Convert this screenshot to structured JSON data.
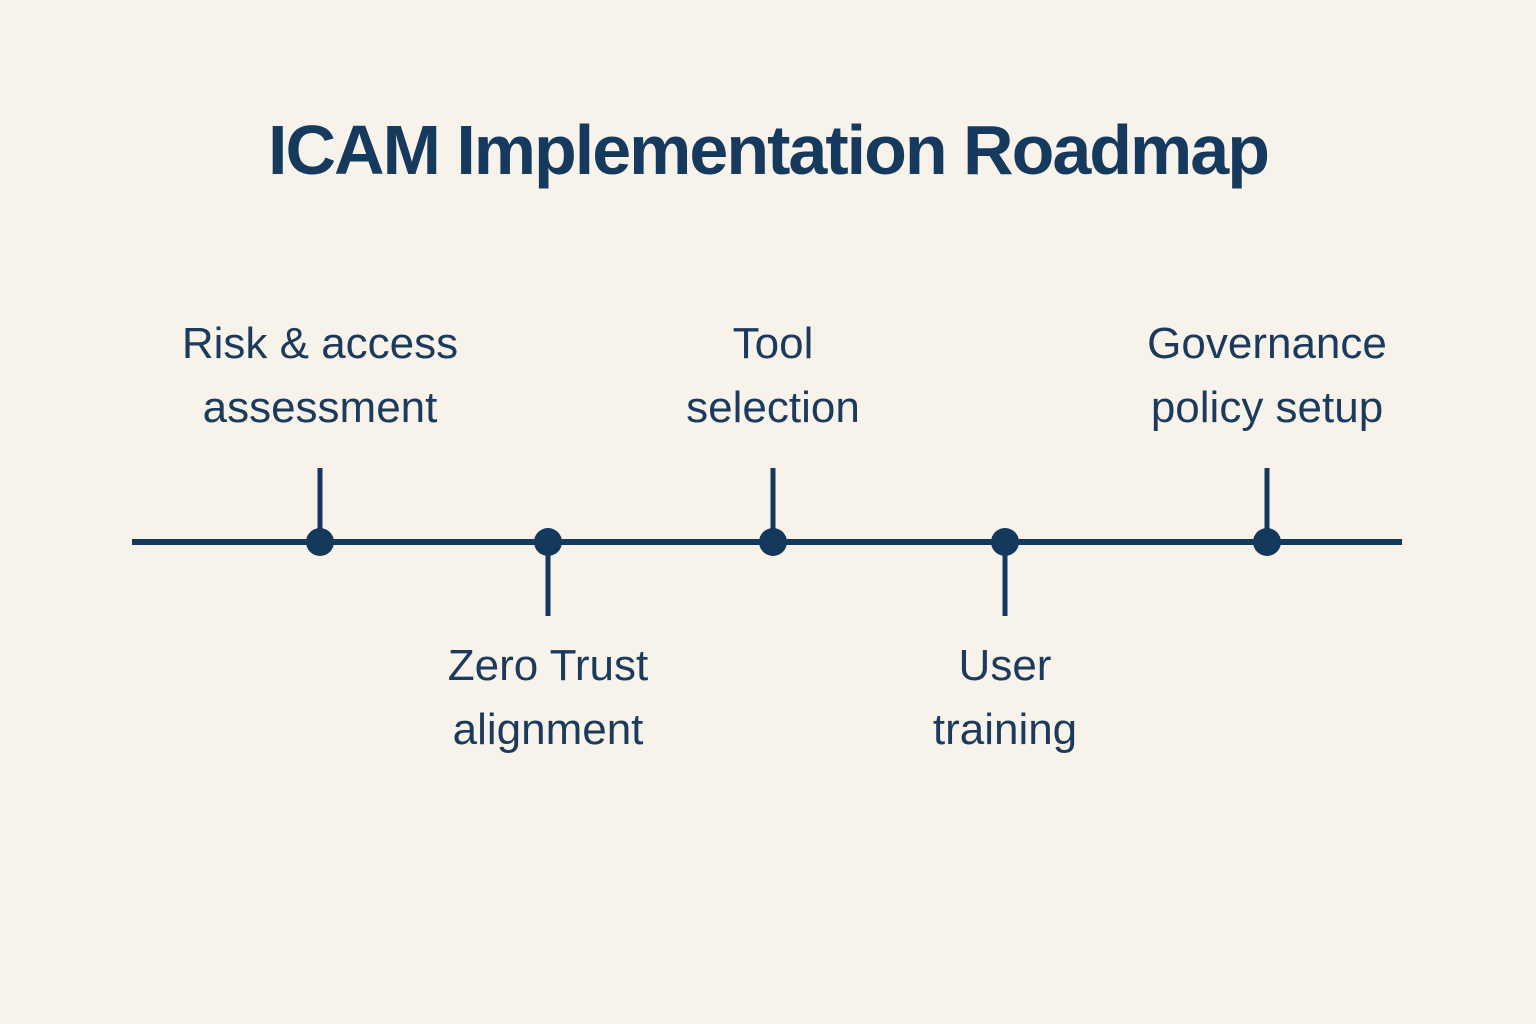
{
  "title": "ICAM Implementation Roadmap",
  "colors": {
    "background": "#f8f3ea",
    "accent": "#14395c",
    "text": "#1b3a5c"
  },
  "timeline": {
    "milestones": [
      {
        "label": "Risk & access\nassessment",
        "position": "above"
      },
      {
        "label": "Zero Trust\nalignment",
        "position": "below"
      },
      {
        "label": "Tool\nselection",
        "position": "above"
      },
      {
        "label": "User\ntraining",
        "position": "below"
      },
      {
        "label": "Governance\npolicy setup",
        "position": "above"
      }
    ]
  }
}
